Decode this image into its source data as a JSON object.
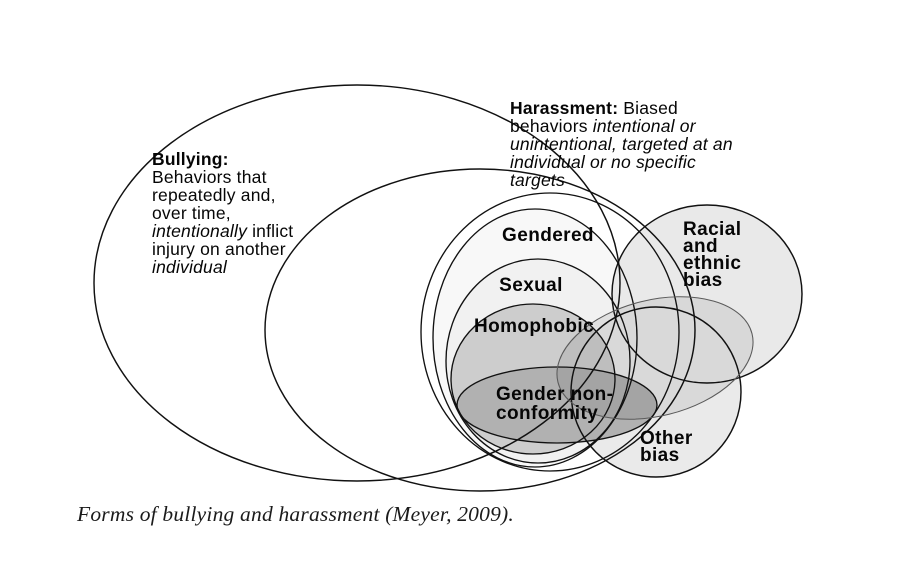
{
  "diagram": {
    "bullying": {
      "title": "Bullying:",
      "l1": "Behaviors that",
      "l2": "repeatedly and,",
      "l3": "over time,",
      "l4_italic": "intentionally",
      "l4_rest": " inflict",
      "l5": "injury on another",
      "l6_italic": "individual"
    },
    "harassment": {
      "title": "Harassment:",
      "title_rest": " Biased",
      "l2_plain": "behaviors ",
      "l2_italic": "intentional or",
      "l3_italic": "unintentional, targeted at an",
      "l4_italic": "individual or no specific",
      "l5_italic": "targets"
    },
    "nested_labels": {
      "gendered": "Gendered",
      "sexual": "Sexual",
      "homophobic": "Homophobic",
      "gender_nonconformity_l1": "Gender non-",
      "gender_nonconformity_l2": "conformity"
    },
    "bias_labels": {
      "racial_l1": "Racial",
      "racial_l2": "and",
      "racial_l3": "ethnic",
      "racial_l4": "bias",
      "other_l1": "Other",
      "other_l2": "bias"
    },
    "colors": {
      "stroke": "#111111",
      "gendered_fill": "#f8f8f8",
      "sexual_fill": "#f1f1f1",
      "homophobic_fill": "#cdcdcd",
      "gender_nonconformity_fill": "#b1b1b1",
      "racial_bias_fill": "#e9e9e9",
      "other_bias_fill": "#eaeaea",
      "overlap_shade_fill": "rgba(0,0,0,0.07)"
    }
  },
  "caption": {
    "text": "Forms of bullying and harassment (Meyer, 2009)."
  }
}
